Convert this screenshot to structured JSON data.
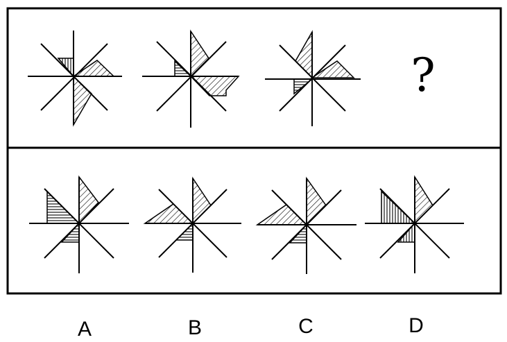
{
  "puzzle": {
    "question_mark": "?",
    "options": [
      {
        "label": "A"
      },
      {
        "label": "B"
      },
      {
        "label": "C"
      },
      {
        "label": "D"
      }
    ]
  }
}
